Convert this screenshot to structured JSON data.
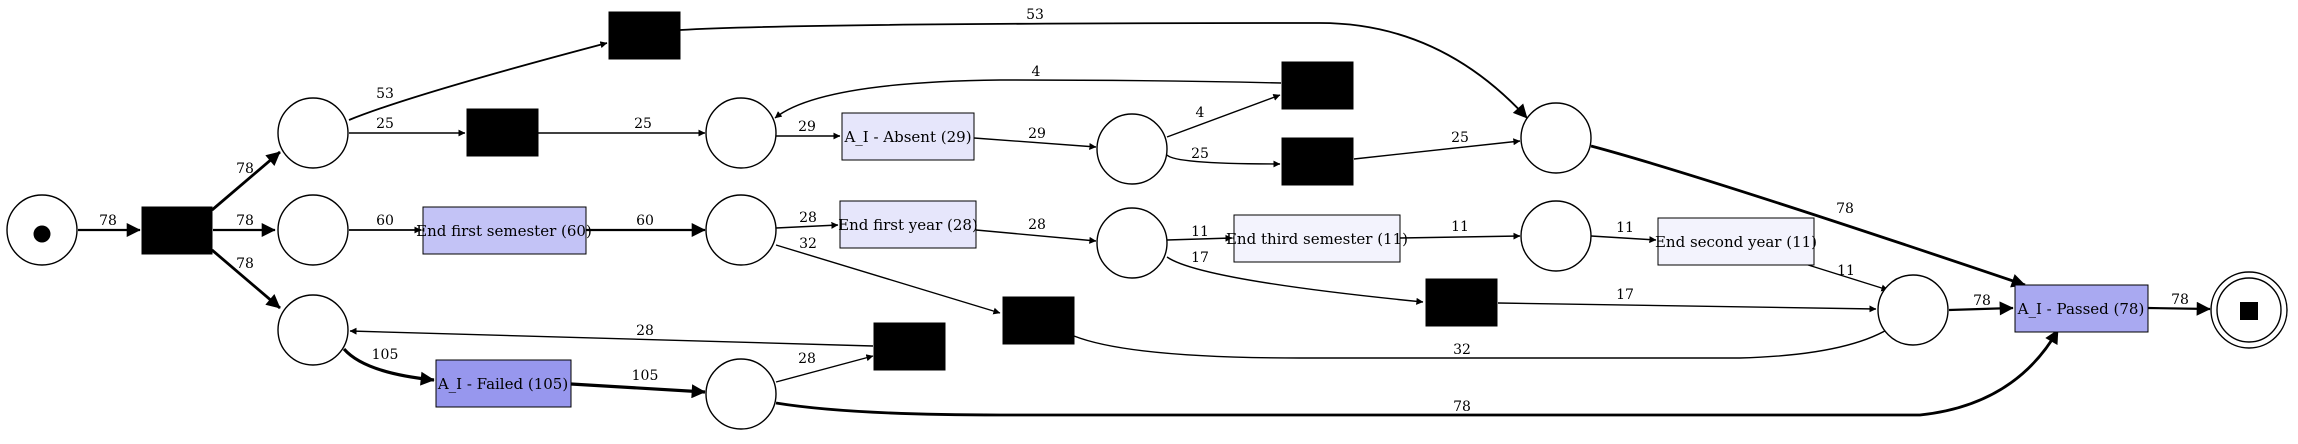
{
  "places": [
    {
      "id": "start",
      "kind": "source"
    },
    {
      "id": "p1"
    },
    {
      "id": "p2"
    },
    {
      "id": "p3"
    },
    {
      "id": "p4"
    },
    {
      "id": "p5"
    },
    {
      "id": "p6"
    },
    {
      "id": "p7"
    },
    {
      "id": "p8"
    },
    {
      "id": "p9"
    },
    {
      "id": "p10"
    },
    {
      "id": "p11"
    },
    {
      "id": "p12"
    },
    {
      "id": "end",
      "kind": "sink"
    }
  ],
  "transitions": [
    {
      "id": "tau_split",
      "silent": true
    },
    {
      "id": "tau_top",
      "silent": true
    },
    {
      "id": "tau_mid",
      "silent": true
    },
    {
      "id": "t_absent",
      "label": "A_I - Absent (29)",
      "fill": "#e6e6fb"
    },
    {
      "id": "tau_loop4",
      "silent": true
    },
    {
      "id": "tau_25b",
      "silent": true
    },
    {
      "id": "t_efs",
      "label": "End first semester (60)",
      "fill": "#c3c3f6"
    },
    {
      "id": "t_efy",
      "label": "End first year (28)",
      "fill": "#e6e6fb"
    },
    {
      "id": "t_ets",
      "label": "End third semester (11)",
      "fill": "#f3f3fd"
    },
    {
      "id": "t_esy",
      "label": "End second year (11)",
      "fill": "#f3f3fd"
    },
    {
      "id": "tau_17",
      "silent": true
    },
    {
      "id": "tau_32",
      "silent": true
    },
    {
      "id": "t_passed",
      "label": "A_I - Passed (78)",
      "fill": "#a9a9f1"
    },
    {
      "id": "t_failed",
      "label": "A_I - Failed (105)",
      "fill": "#9797ee"
    },
    {
      "id": "tau_28",
      "silent": true
    }
  ],
  "edges": [
    {
      "id": "e1",
      "label": "78"
    },
    {
      "id": "e2",
      "label": "78"
    },
    {
      "id": "e3",
      "label": "78"
    },
    {
      "id": "e4",
      "label": "78"
    },
    {
      "id": "e5",
      "label": "53"
    },
    {
      "id": "e6",
      "label": "25"
    },
    {
      "id": "e7",
      "label": "53"
    },
    {
      "id": "e8",
      "label": "25"
    },
    {
      "id": "e9",
      "label": "29"
    },
    {
      "id": "e10",
      "label": "29"
    },
    {
      "id": "e11",
      "label": "4"
    },
    {
      "id": "e12",
      "label": "4"
    },
    {
      "id": "e13",
      "label": "25"
    },
    {
      "id": "e14",
      "label": "25"
    },
    {
      "id": "e15",
      "label": "78"
    },
    {
      "id": "e16",
      "label": "60"
    },
    {
      "id": "e17",
      "label": "60"
    },
    {
      "id": "e18",
      "label": "28"
    },
    {
      "id": "e19",
      "label": "32"
    },
    {
      "id": "e20",
      "label": "28"
    },
    {
      "id": "e21",
      "label": "11"
    },
    {
      "id": "e22",
      "label": "17"
    },
    {
      "id": "e23",
      "label": "11"
    },
    {
      "id": "e24",
      "label": "11"
    },
    {
      "id": "e25",
      "label": "11"
    },
    {
      "id": "e26",
      "label": "17"
    },
    {
      "id": "e27",
      "label": "32"
    },
    {
      "id": "e28",
      "label": "78"
    },
    {
      "id": "e29",
      "label": "78"
    },
    {
      "id": "e30",
      "label": "105"
    },
    {
      "id": "e31",
      "label": "105"
    },
    {
      "id": "e32",
      "label": "28"
    },
    {
      "id": "e33",
      "label": "28"
    },
    {
      "id": "e34",
      "label": "78"
    }
  ]
}
